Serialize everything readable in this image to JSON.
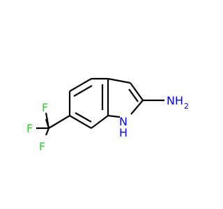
{
  "molecule": {
    "colors": {
      "bond": "#000000",
      "nitrogen": "#0000ff",
      "fluorine": "#33cc33"
    },
    "atoms": {
      "amine_n": "N",
      "amine_h": "H",
      "amine_h2": "2",
      "ring_n": "N",
      "ring_h": "H",
      "f1": "F",
      "f2": "F",
      "f3": "F"
    }
  }
}
